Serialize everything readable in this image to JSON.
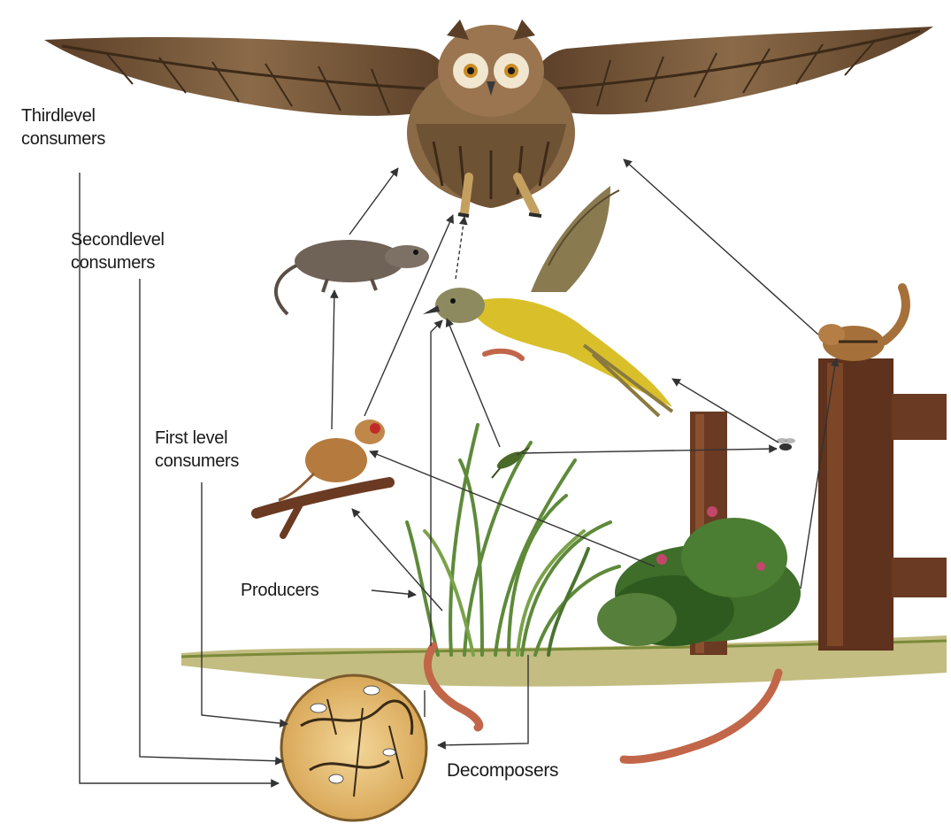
{
  "labels": {
    "third_level": [
      "Thirdlevel",
      "consumers"
    ],
    "second_level": [
      "Secondlevel",
      "consumers"
    ],
    "first_level": [
      "First level",
      "consumers"
    ],
    "producers": "Producers",
    "decomposers": "Decomposers"
  },
  "colors": {
    "owl_feather": "#7a5a3c",
    "bird_yellow": "#d9c02a",
    "grass": "#5e8a3a",
    "soil": "#b5b06a",
    "post_wood": "#6b3a22",
    "worm": "#c2664a",
    "arrow": "#333333"
  },
  "icons": [
    "owl-icon",
    "shrew-icon",
    "yellow-bird-icon",
    "mouse-icon",
    "chipmunk-icon",
    "grasshopper-icon",
    "fly-icon",
    "grass-icon",
    "bush-icon",
    "fence-post-icon",
    "earthworm-icon",
    "decomposer-microbe-icon"
  ]
}
